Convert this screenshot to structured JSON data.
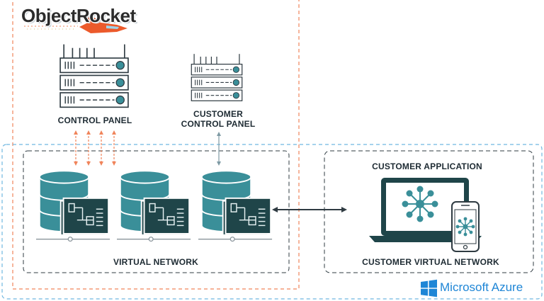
{
  "brand": {
    "logo_text": "ObjectRocket"
  },
  "labels": {
    "control_panel": "CONTROL PANEL",
    "customer_control_panel": "CUSTOMER\nCONTROL PANEL",
    "virtual_network": "VIRTUAL NETWORK",
    "customer_application": "CUSTOMER APPLICATION",
    "customer_virtual_network": "CUSTOMER VIRTUAL NETWORK"
  },
  "footer": {
    "azure_text": "Microsoft Azure"
  },
  "colors": {
    "teal": "#3a8f99",
    "dark_teal": "#1f4549",
    "orange": "#f0845a",
    "blue_dash": "#6fb7e0",
    "azure_blue": "#1f86d6",
    "outline": "#2f3b42"
  }
}
